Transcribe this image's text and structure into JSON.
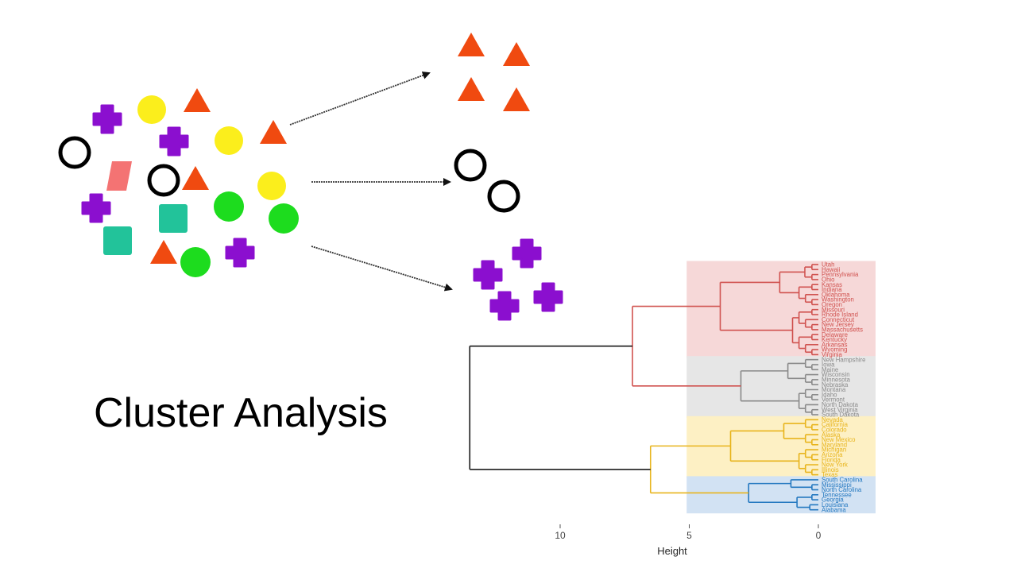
{
  "title": "Cluster Analysis",
  "colors": {
    "triangle": "#f04a10",
    "plus": "#8b0fcf",
    "circle_yellow": "#fbee1c",
    "circle_green": "#1ddc1e",
    "square": "#22c39a",
    "parallelogram": "#f47373",
    "ring": "#000000",
    "arrow": "#222222"
  },
  "chart_data": {
    "type": "dendrogram",
    "xlabel": "Height",
    "xticks": [
      10,
      5,
      0
    ],
    "xlim": [
      14,
      -2
    ],
    "clusters": [
      {
        "color": "#d0524f",
        "band": "#f6d8d8",
        "states": [
          "Utah",
          "Hawaii",
          "Pennsylvania",
          "Ohio",
          "Kansas",
          "Indiana",
          "Oklahoma",
          "Washington",
          "Oregon",
          "Missouri",
          "Rhode Island",
          "Connecticut",
          "New Jersey",
          "Massachusetts",
          "Delaware",
          "Kentucky",
          "Arkansas",
          "Wyoming",
          "Virginia"
        ]
      },
      {
        "color": "#8a8a8a",
        "band": "#e6e6e6",
        "states": [
          "New Hampshire",
          "Iowa",
          "Maine",
          "Wisconsin",
          "Minnesota",
          "Nebraska",
          "Montana",
          "Idaho",
          "Vermont",
          "North Dakota",
          "West Virginia",
          "South Dakota"
        ]
      },
      {
        "color": "#e8b41c",
        "band": "#fdf0c4",
        "states": [
          "Nevada",
          "California",
          "Colorado",
          "Alaska",
          "New Mexico",
          "Maryland",
          "Michigan",
          "Arizona",
          "Florida",
          "New York",
          "Illinois",
          "Texas"
        ]
      },
      {
        "color": "#2478c0",
        "band": "#d2e2f3",
        "states": [
          "South Carolina",
          "Mississippi",
          "North Carolina",
          "Tennessee",
          "Georgia",
          "Louisiana",
          "Alabama"
        ]
      }
    ],
    "merges": {
      "top": 13.5,
      "upper_pair": 7.2,
      "lower_pair": 6.5,
      "cluster_roots": [
        3.8,
        3.0,
        3.4,
        2.7
      ]
    }
  }
}
